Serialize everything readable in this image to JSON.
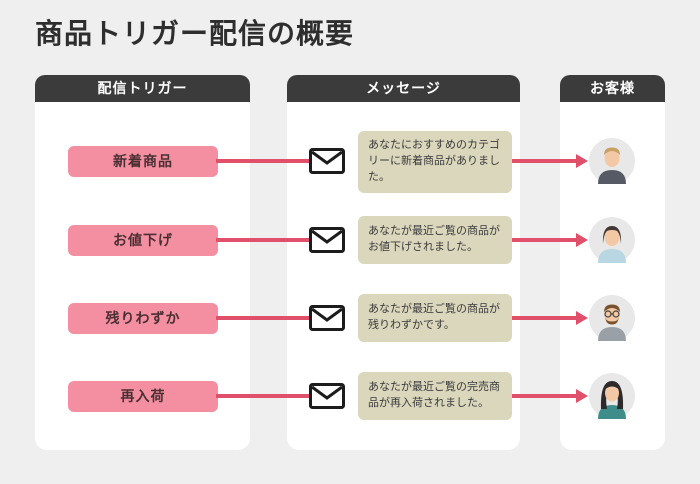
{
  "title": "商品トリガー配信の概要",
  "columns": {
    "trigger": {
      "header": "配信トリガー"
    },
    "message": {
      "header": "メッセージ"
    },
    "customer": {
      "header": "お客様"
    }
  },
  "rows": [
    {
      "trigger": "新着商品",
      "message": "あなたにおすすめのカテゴリーに新着商品がありました。",
      "avatar": "man-light-hair-avatar"
    },
    {
      "trigger": "お値下げ",
      "message": "あなたが最近ご覧の商品がお値下げされました。",
      "avatar": "woman-bob-hair-avatar"
    },
    {
      "trigger": "残りわずか",
      "message": "あなたが最近ご覧の商品が残りわずかです。",
      "avatar": "man-beard-glasses-avatar"
    },
    {
      "trigger": "再入荷",
      "message": "あなたが最近ご覧の完売商品が再入荷されました。",
      "avatar": "woman-long-hair-avatar"
    }
  ],
  "icons": {
    "message_icon": "envelope-icon"
  },
  "colors": {
    "background": "#efefef",
    "card": "#ffffff",
    "header_bg": "#3b3b3b",
    "trigger_pill": "#f48fa1",
    "trigger_text": "#4a2f33",
    "arrow": "#e0506b",
    "message_box": "#dbd7bd"
  }
}
